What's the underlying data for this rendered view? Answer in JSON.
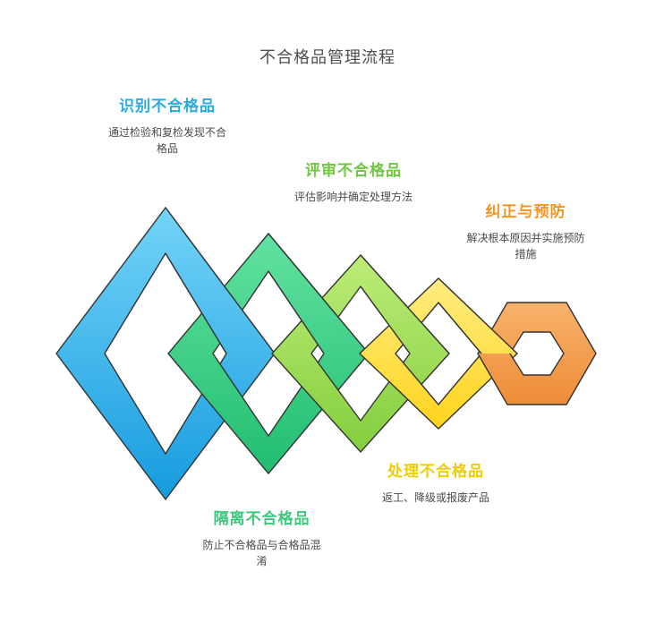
{
  "title": "不合格品管理流程",
  "stages": [
    {
      "label": "识别不合格品",
      "desc": "通过检验和复检发现不合格品",
      "label_color": "#29abe2",
      "ribbon_from": "#74d4f8",
      "ribbon_to": "#169bdf"
    },
    {
      "label": "评审不合格品",
      "desc": "评估影响并确定处理方法",
      "label_color": "#6fc83e",
      "ribbon_from": "#62e2a0",
      "ribbon_to": "#21bd71"
    },
    {
      "label": "隔离不合格品",
      "desc": "防止不合格品与合格品混淆",
      "label_color": "#3ec87e",
      "ribbon_from": "#bdec77",
      "ribbon_to": "#83ce3e"
    },
    {
      "label": "处理不合格品",
      "desc": "返工、降级或报废产品",
      "label_color": "#f0cd00",
      "ribbon_from": "#ffec82",
      "ribbon_to": "#ffd41c"
    },
    {
      "label": "纠正与预防",
      "desc": "解决根本原因并实施预防措施",
      "label_color": "#f7931e",
      "ribbon_from": "#f7b26b",
      "ribbon_to": "#ee8c38"
    }
  ]
}
